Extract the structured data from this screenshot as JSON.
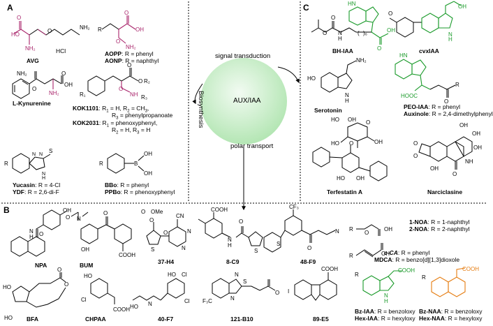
{
  "panels": {
    "a": "A",
    "b": "B",
    "c": "C"
  },
  "center": {
    "circle_label": "AUX/IAA",
    "signal": "signal transduction",
    "biosynthesis": "Biosynthesis",
    "polar": "polar transport"
  },
  "colors": {
    "green": "#1a9a2a",
    "magenta": "#a8236a",
    "orange": "#e57c10",
    "bond": "#000000",
    "circle": "#c8ecc8"
  },
  "panelA": {
    "avg": {
      "name": "AVG",
      "hcl": "HCl"
    },
    "aopp": {
      "name1": "AOPP",
      "desc1": ": R = phenyl",
      "name2": "AONP",
      "desc2": ": R = naphthyl"
    },
    "kyn": {
      "name": "L-Kynurenine"
    },
    "kok": {
      "n1": "KOK1101",
      "d1a": ": R",
      "d1b": " = H, R",
      "d1c": " = CH",
      "d1d": ",",
      "d1e": "R",
      "d1f": " = phenylpropanoate",
      "n2": "KOK2031",
      "d2a": ": R",
      "d2b": " = phenoxyphenyl,",
      "d2c": "R",
      "d2d": " = H, R",
      "d2e": " = H"
    },
    "yuc": {
      "n1": "Yucasin",
      "d1": ": R = 4-Cl",
      "n2": "YDF",
      "d2": ": R = 2,6-di-F"
    },
    "bbo": {
      "n1": "BBo",
      "d1": ": R = phenyl",
      "n2": "PPBo",
      "d2": ": R = phenoxyphenyl"
    }
  },
  "panelB": {
    "npa": "NPA",
    "bum": "BUM",
    "h4": "37-H4",
    "c9": "8-C9",
    "f9": "48-F9",
    "bfa": "BFA",
    "chpaa": "CHPAA",
    "f7": "40-F7",
    "b10": "121-B10",
    "e5": "89-E5",
    "noa1": "1-NOA",
    "noa1d": ": R = 1-naphthyl",
    "noa2": "2-NOA",
    "noa2d": ": R = 2-naphthyl",
    "cca": "c-CA",
    "ccad": ": R = phenyl",
    "mdca": "MDCA",
    "mdcad": ": R = benzo[d][1,3]dioxole",
    "bzi": "Bz-IAA",
    "bzid": ": R = benzoloxy",
    "hexi": "Hex-IAA",
    "hexid": ": R = hexyloxy",
    "bzn": "Bz-NAA",
    "bznd": ": R = benzoloxy",
    "hexn": "Hex-NAA",
    "hexnd": ": R = hexyloxy"
  },
  "panelC": {
    "bh": "BH-IAA",
    "cvx": "cvxIAA",
    "ser": "Serotonin",
    "peo": "PEO-IAA",
    "peod": ": R = phenyl",
    "aux": "Auxinole",
    "auxd": ": R = 2,4-dimethylphenyl",
    "terf": "Terfestatin A",
    "narc": "Narciclasine"
  }
}
